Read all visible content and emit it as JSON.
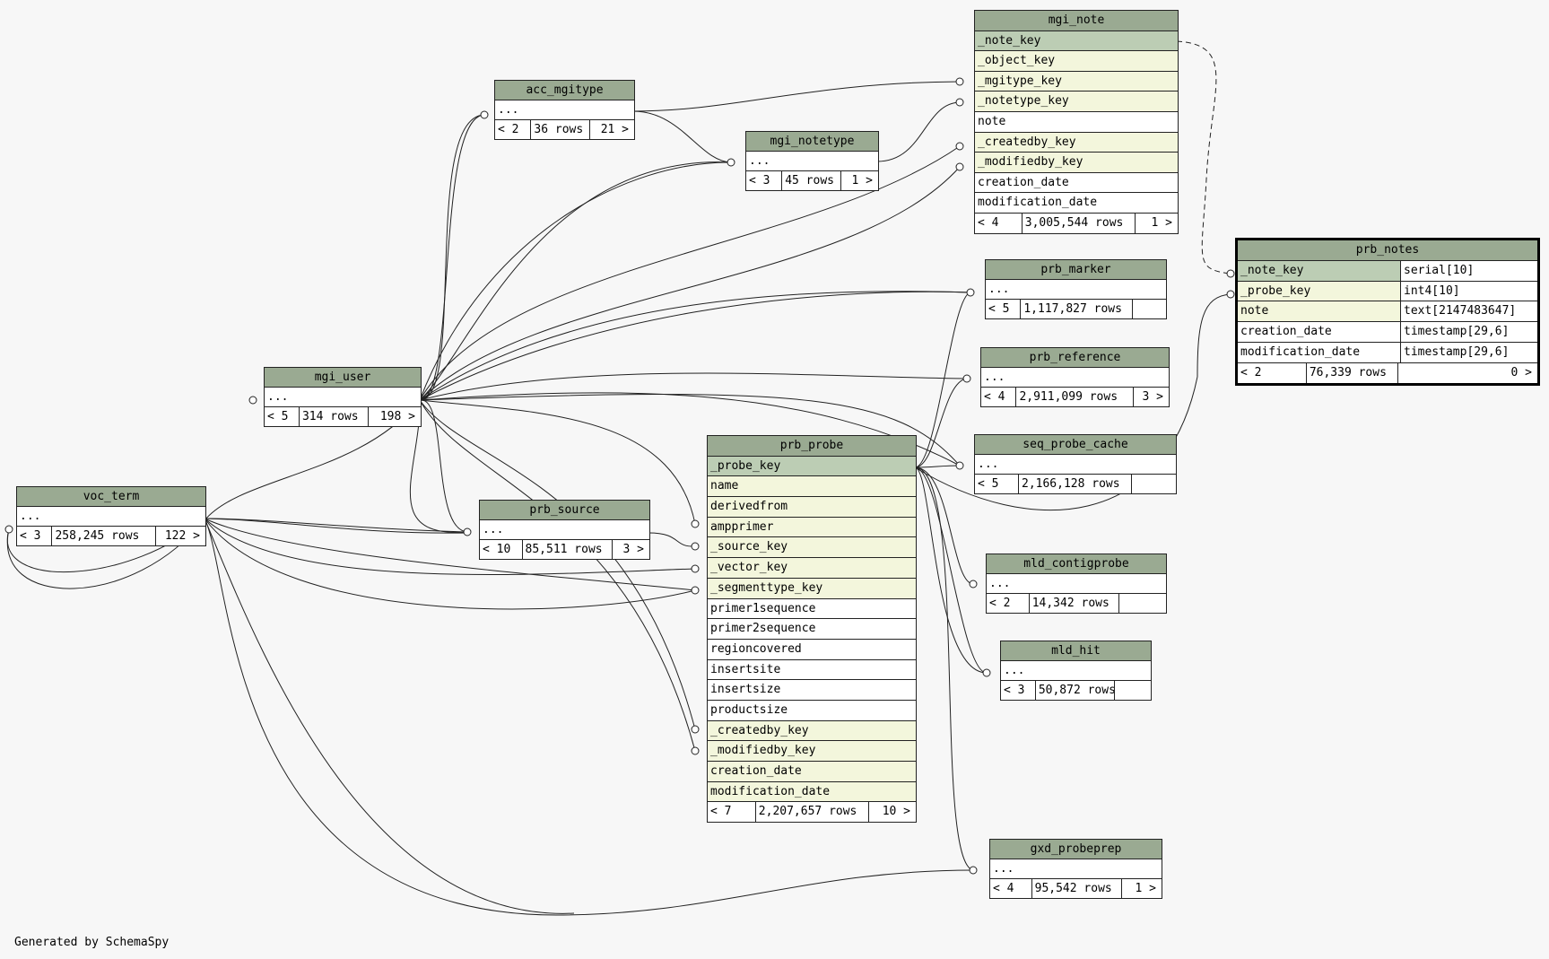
{
  "footer": {
    "text": "Generated by SchemaSpy"
  },
  "colors": {
    "header": "#9aaa92",
    "primary_key_row": "#bccdb4",
    "foreign_key_row": "#f3f6dc",
    "line": "#222222"
  },
  "tables": [
    {
      "id": "mgi_note",
      "name": "mgi_note",
      "columns": [
        {
          "name": "_note_key",
          "kind": "pk"
        },
        {
          "name": "_object_key",
          "kind": "fk"
        },
        {
          "name": "_mgitype_key",
          "kind": "fk"
        },
        {
          "name": "_notetype_key",
          "kind": "fk"
        },
        {
          "name": "note",
          "kind": ""
        },
        {
          "name": "_createdby_key",
          "kind": "fk"
        },
        {
          "name": "_modifiedby_key",
          "kind": "fk"
        },
        {
          "name": "creation_date",
          "kind": ""
        },
        {
          "name": "modification_date",
          "kind": ""
        }
      ],
      "footer": [
        "< 4",
        "3,005,544 rows",
        "1 >"
      ]
    },
    {
      "id": "acc_mgitype",
      "name": "acc_mgitype",
      "columns": [
        {
          "name": "...",
          "kind": ""
        }
      ],
      "footer": [
        "< 2",
        "36 rows",
        "21 >"
      ]
    },
    {
      "id": "mgi_notetype",
      "name": "mgi_notetype",
      "columns": [
        {
          "name": "...",
          "kind": ""
        }
      ],
      "footer": [
        "< 3",
        "45 rows",
        "1 >"
      ]
    },
    {
      "id": "prb_notes",
      "name": "prb_notes",
      "selected": true,
      "columns": [
        {
          "name": "_note_key",
          "type": "serial[10]",
          "kind": "pk"
        },
        {
          "name": "_probe_key",
          "type": "int4[10]",
          "kind": "fk"
        },
        {
          "name": "note",
          "type": "text[2147483647]",
          "kind": "fk"
        },
        {
          "name": "creation_date",
          "type": "timestamp[29,6]",
          "kind": ""
        },
        {
          "name": "modification_date",
          "type": "timestamp[29,6]",
          "kind": ""
        }
      ],
      "footer": [
        "< 2",
        "76,339 rows",
        "0 >"
      ]
    },
    {
      "id": "prb_marker",
      "name": "prb_marker",
      "columns": [
        {
          "name": "...",
          "kind": ""
        }
      ],
      "footer": [
        "< 5",
        "1,117,827 rows",
        ""
      ]
    },
    {
      "id": "prb_reference",
      "name": "prb_reference",
      "columns": [
        {
          "name": "...",
          "kind": ""
        }
      ],
      "footer": [
        "< 4",
        "2,911,099 rows",
        "3 >"
      ]
    },
    {
      "id": "mgi_user",
      "name": "mgi_user",
      "columns": [
        {
          "name": "...",
          "kind": ""
        }
      ],
      "footer": [
        "< 5",
        "314 rows",
        "198 >"
      ]
    },
    {
      "id": "seq_probe_cache",
      "name": "seq_probe_cache",
      "columns": [
        {
          "name": "...",
          "kind": ""
        }
      ],
      "footer": [
        "< 5",
        "2,166,128 rows",
        ""
      ]
    },
    {
      "id": "prb_probe",
      "name": "prb_probe",
      "columns": [
        {
          "name": "_probe_key",
          "kind": "pk"
        },
        {
          "name": "name",
          "kind": "fk"
        },
        {
          "name": "derivedfrom",
          "kind": "fk"
        },
        {
          "name": "ampprimer",
          "kind": "fk"
        },
        {
          "name": "_source_key",
          "kind": "fk"
        },
        {
          "name": "_vector_key",
          "kind": "fk"
        },
        {
          "name": "_segmenttype_key",
          "kind": "fk"
        },
        {
          "name": "primer1sequence",
          "kind": ""
        },
        {
          "name": "primer2sequence",
          "kind": ""
        },
        {
          "name": "regioncovered",
          "kind": ""
        },
        {
          "name": "insertsite",
          "kind": ""
        },
        {
          "name": "insertsize",
          "kind": ""
        },
        {
          "name": "productsize",
          "kind": ""
        },
        {
          "name": "_createdby_key",
          "kind": "fk"
        },
        {
          "name": "_modifiedby_key",
          "kind": "fk"
        },
        {
          "name": "creation_date",
          "kind": "fk"
        },
        {
          "name": "modification_date",
          "kind": "fk"
        }
      ],
      "footer": [
        "< 7",
        "2,207,657 rows",
        "10 >"
      ]
    },
    {
      "id": "voc_term",
      "name": "voc_term",
      "columns": [
        {
          "name": "...",
          "kind": ""
        }
      ],
      "footer": [
        "< 3",
        "258,245 rows",
        "122 >"
      ]
    },
    {
      "id": "prb_source",
      "name": "prb_source",
      "columns": [
        {
          "name": "...",
          "kind": ""
        }
      ],
      "footer": [
        "< 10",
        "85,511 rows",
        "3 >"
      ]
    },
    {
      "id": "mld_contigprobe",
      "name": "mld_contigprobe",
      "columns": [
        {
          "name": "...",
          "kind": ""
        }
      ],
      "footer": [
        "< 2",
        "14,342 rows",
        ""
      ]
    },
    {
      "id": "mld_hit",
      "name": "mld_hit",
      "columns": [
        {
          "name": "...",
          "kind": ""
        }
      ],
      "footer": [
        "< 3",
        "50,872 rows",
        ""
      ]
    },
    {
      "id": "gxd_probeprep",
      "name": "gxd_probeprep",
      "columns": [
        {
          "name": "...",
          "kind": ""
        }
      ],
      "footer": [
        "< 4",
        "95,542 rows",
        "1 >"
      ]
    }
  ]
}
